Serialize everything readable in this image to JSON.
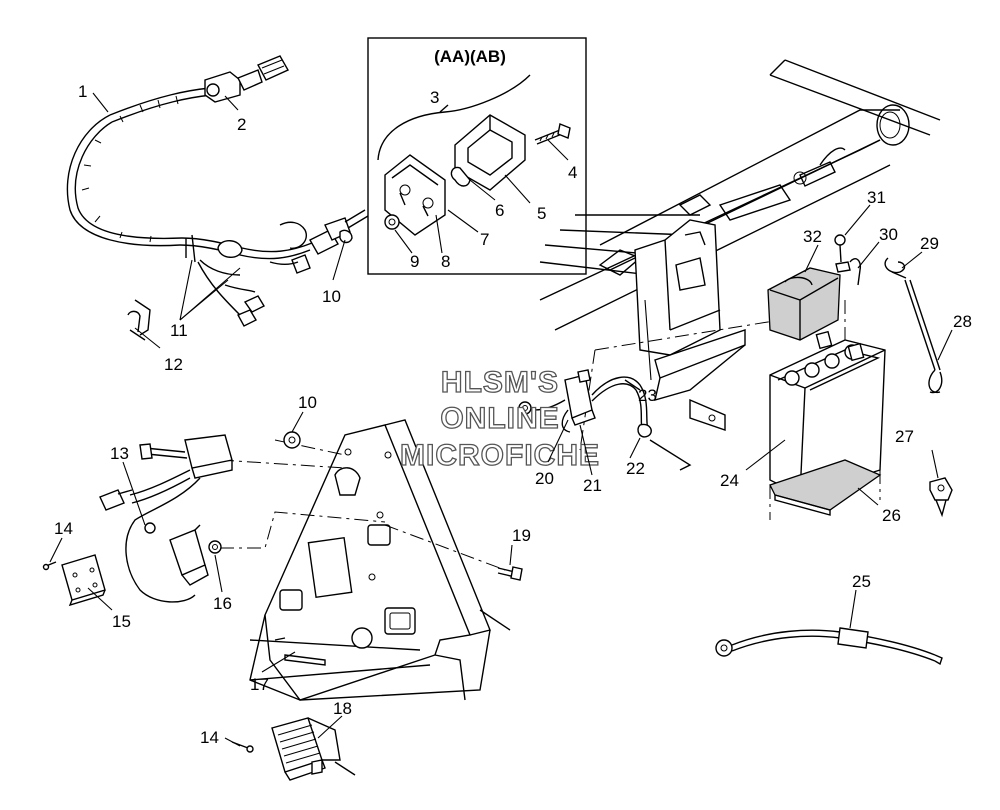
{
  "diagram": {
    "inset_title": "(AA)(AB)",
    "watermark": [
      "HLSM'S",
      "ONLINE",
      "MICROFICHE"
    ],
    "callouts": {
      "c1": "1",
      "c2": "2",
      "c3": "3",
      "c4": "4",
      "c5": "5",
      "c6": "6",
      "c7": "7",
      "c8": "8",
      "c9": "9",
      "c10a": "10",
      "c10b": "10",
      "c11": "11",
      "c12": "12",
      "c13": "13",
      "c14a": "14",
      "c14b": "14",
      "c15": "15",
      "c16": "16",
      "c17": "17",
      "c18": "18",
      "c19": "19",
      "c20": "20",
      "c21": "21",
      "c22": "22",
      "c23": "23",
      "c24": "24",
      "c25": "25",
      "c26": "26",
      "c27": "27",
      "c28": "28",
      "c29": "29",
      "c30": "30",
      "c31": "31",
      "c32": "32"
    }
  }
}
